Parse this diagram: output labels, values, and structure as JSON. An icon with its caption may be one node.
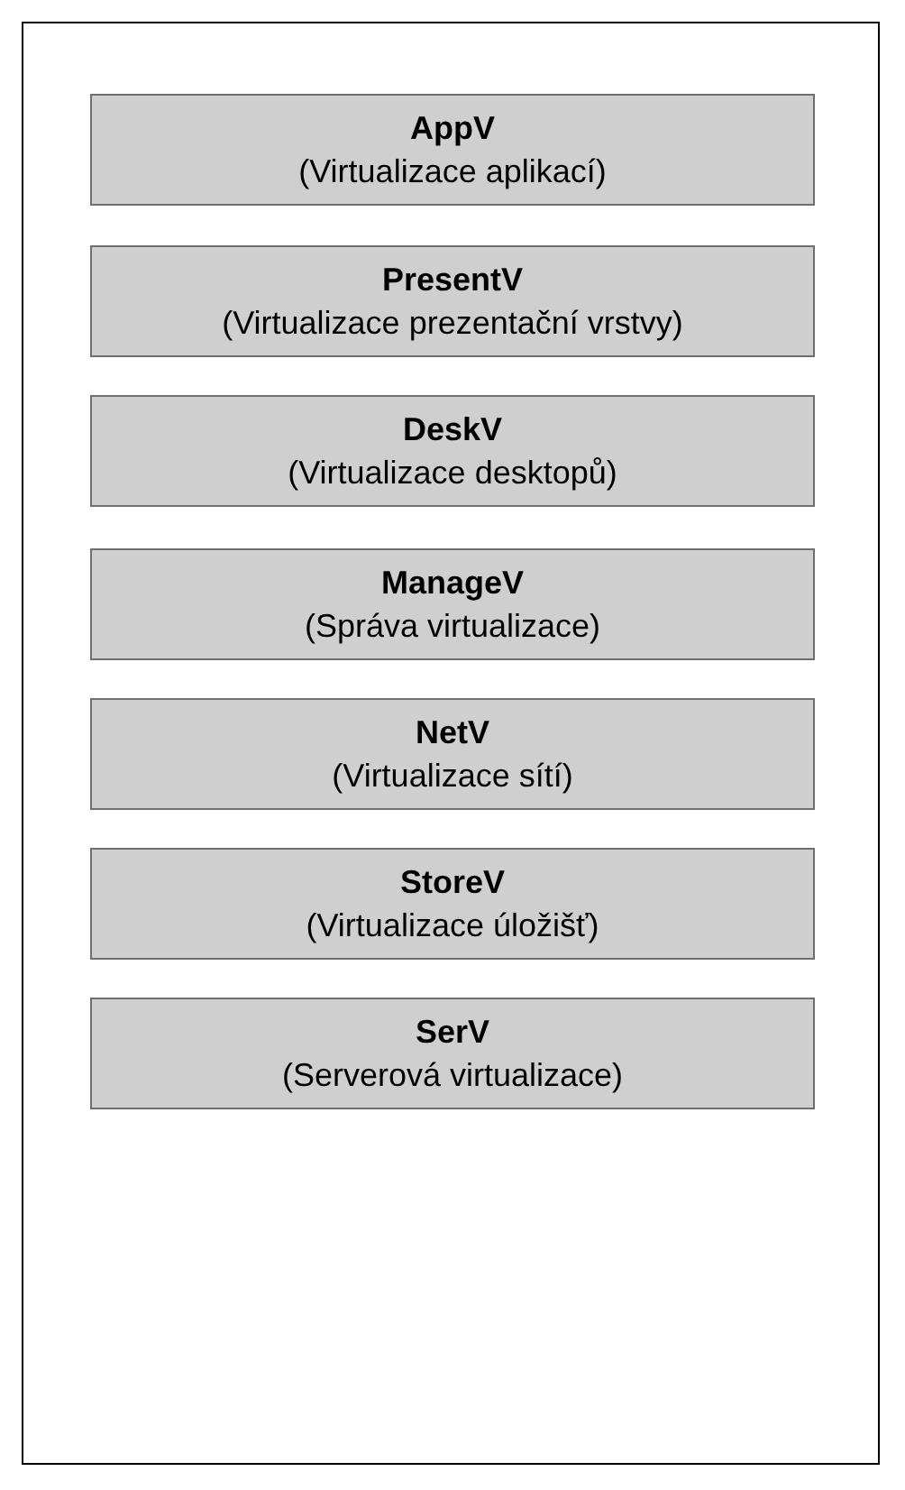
{
  "diagram": {
    "nodes": [
      {
        "text": [
          "AppV",
          "(Virtualizace aplikací)"
        ]
      },
      {
        "text": [
          "PresentV",
          "(Virtualizace prezentační vrstvy)"
        ]
      },
      {
        "text": [
          "DeskV",
          "(Virtualizace desktopů)"
        ]
      },
      {
        "text": [
          "ManageV",
          "(Správa virtualizace)"
        ]
      },
      {
        "text": [
          "NetV",
          "(Virtualizace sítí)"
        ]
      },
      {
        "text": [
          "StoreV",
          "(Virtualizace úložišť)"
        ]
      },
      {
        "text": [
          "SerV",
          "(Serverová virtualizace)"
        ]
      }
    ]
  }
}
